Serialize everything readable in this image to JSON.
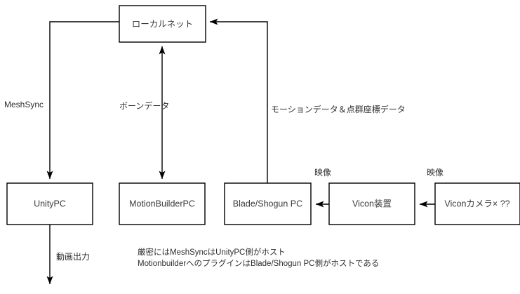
{
  "diagram": {
    "title": "",
    "nodes": [
      {
        "id": "localnet",
        "label": "ローカルネット"
      },
      {
        "id": "unitypc",
        "label": "UnityPC"
      },
      {
        "id": "motionbuilderpc",
        "label": "MotionBuilderPC"
      },
      {
        "id": "bladeshogunpc",
        "label": "Blade/Shogun PC"
      },
      {
        "id": "vicondevice",
        "label": "Vicon装置"
      },
      {
        "id": "viconcamera",
        "label": "Viconカメラ× ??"
      }
    ],
    "edge_labels": [
      {
        "id": "meshsync",
        "label": "MeshSync"
      },
      {
        "id": "bonedata",
        "label": "ボーンデータ"
      },
      {
        "id": "motiondata",
        "label": "モーションデータ＆点群座標データ"
      },
      {
        "id": "video-left",
        "label": "映像"
      },
      {
        "id": "video-right",
        "label": "映像"
      },
      {
        "id": "videooutput",
        "label": "動画出力"
      }
    ],
    "notes": [
      {
        "id": "note-line-1",
        "label": "厳密にはMeshSyncはUnityPC側がホスト"
      },
      {
        "id": "note-line-2",
        "label": "MotionbuilderへのプラグインはBlade/Shogun PC側がホストである"
      }
    ],
    "colors": {
      "stroke": "#000000",
      "node_fill": "#ffffff",
      "node_text": "#3b3b3b",
      "label_text": "#2f2f2f",
      "background": "#ffffff"
    }
  }
}
